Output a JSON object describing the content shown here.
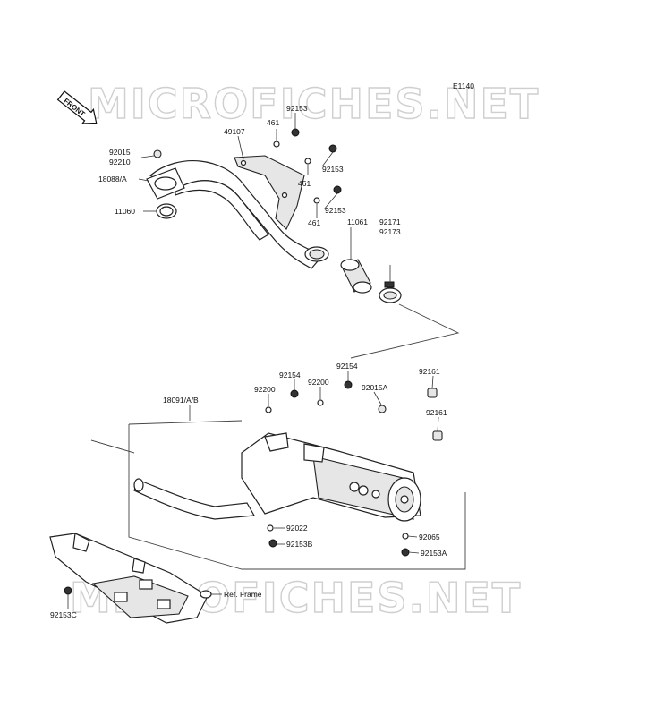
{
  "diagram": {
    "code": "E1140",
    "front_label": "FRONT",
    "watermark_top": "MICROFICHES.NET",
    "watermark_bottom": "MICROFICHES.NET",
    "ref_frame": "Ref. Frame",
    "labels": {
      "p92015_top": "92015",
      "p92210": "92210",
      "p18088": "18088/A",
      "p11060": "11060",
      "p49107": "49107",
      "p461_a": "461",
      "p461_b": "461",
      "p461_c": "461",
      "p92153_a": "92153",
      "p92153_b": "92153",
      "p92153_c": "92153",
      "p11061": "11061",
      "p92171": "92171",
      "p92173": "92173",
      "p18091": "18091/A/B",
      "p92200_a": "92200",
      "p92200_b": "92200",
      "p92154_a": "92154",
      "p92154_b": "92154",
      "p92015A": "92015A",
      "p92161_a": "92161",
      "p92161_b": "92161",
      "p92022": "92022",
      "p92153B": "92153B",
      "p92065": "92065",
      "p92153A": "92153A",
      "p92153C": "92153C"
    }
  }
}
